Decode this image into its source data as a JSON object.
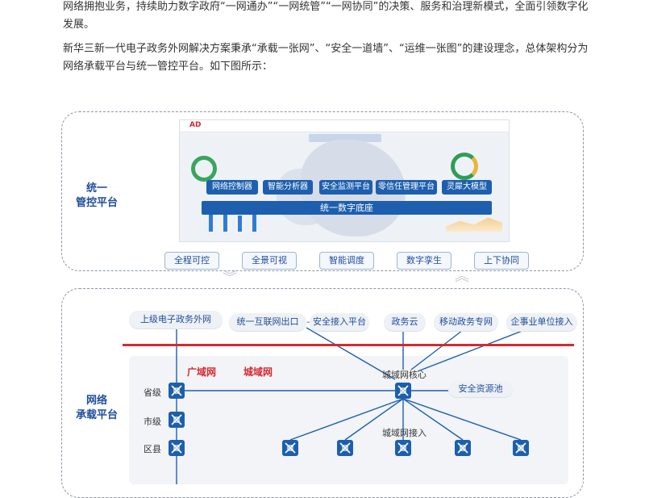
{
  "intro": {
    "paragraph1": "网络拥抱业务，持续助力数字政府“一网通办”“一网统管”“一网协同”的决策、服务和治理新模式，全面引领数字化发展。",
    "paragraph2": "新华三新一代电子政务外网解决方案秉承“承载一张网”、“安全一道墙”、“运维一张图”的建设理念，总体架构分为网络承载平台与统一管控平台。如下图所示："
  },
  "top_section": {
    "label_line1": "统一",
    "label_line2": "管控平台",
    "screenshot_logo": "AD",
    "modules": [
      "网络控制器",
      "智能分析器",
      "安全监测平台",
      "零信任管理平台",
      "灵犀大模型"
    ],
    "base": "统一数字底座",
    "features": [
      "全程可控",
      "全景可视",
      "智能调度",
      "数字孪生",
      "上下协同"
    ]
  },
  "bottom_section": {
    "label_line1": "网络",
    "label_line2": "承载平台",
    "upper_network": "上级电子政务外网",
    "internet_exit": "统一互联网出口",
    "safe_access": "安全接入平台",
    "gov_cloud": "政务云",
    "mobile_gov": "移动政务专网",
    "enterprise_access": "企事业单位接入",
    "wan_title": "广域网",
    "metro_title": "城域网",
    "metro_core": "城域网核心",
    "security_pool": "安全资源池",
    "metro_access": "城域网接入",
    "levels": [
      "省级",
      "市级",
      "区县"
    ]
  },
  "colors": {
    "primary_blue": "#1d5fae",
    "accent_red": "#d42a2f",
    "label_blue": "#1f4e9c"
  }
}
